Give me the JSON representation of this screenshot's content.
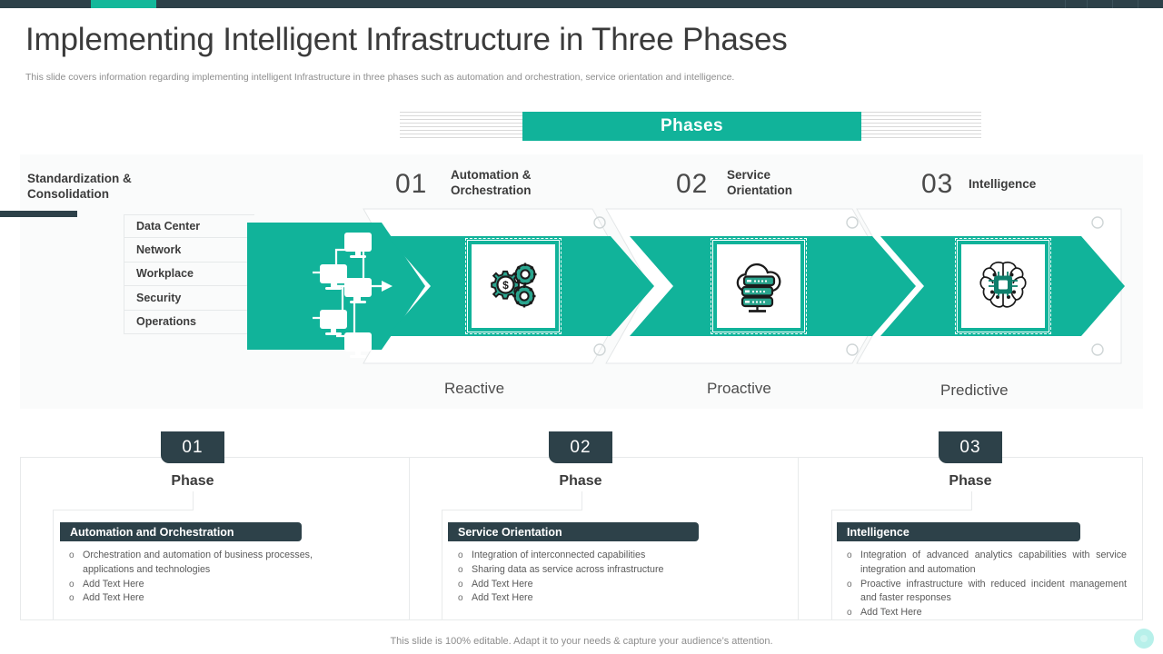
{
  "header": {
    "title": "Implementing Intelligent Infrastructure in Three Phases",
    "subtitle": "This slide covers information regarding implementing intelligent Infrastructure in three phases such as automation and orchestration, service orientation and intelligence."
  },
  "banner": {
    "label": "Phases"
  },
  "left_block": {
    "title": "Standardization & Consolidation",
    "rows": [
      {
        "label": "Data Center"
      },
      {
        "label": "Network"
      },
      {
        "label": "Workplace"
      },
      {
        "label": "Security"
      },
      {
        "label": "Operations"
      }
    ]
  },
  "phases": [
    {
      "number": "01",
      "label": "Automation & Orchestration",
      "footer": "Reactive",
      "icon": "gears-dollar-icon"
    },
    {
      "number": "02",
      "label": "Service Orientation",
      "footer": "Proactive",
      "icon": "cloud-server-icon"
    },
    {
      "number": "03",
      "label": "Intelligence",
      "footer": "Predictive",
      "icon": "brain-chip-icon"
    }
  ],
  "cards": [
    {
      "number": "01",
      "phase_word": "Phase",
      "heading": "Automation and Orchestration",
      "bullets": [
        "Orchestration and automation of business processes, applications and technologies",
        "Add Text Here",
        "Add Text Here"
      ]
    },
    {
      "number": "02",
      "phase_word": "Phase",
      "heading": "Service Orientation",
      "bullets": [
        "Integration of interconnected capabilities",
        "Sharing data as service across infrastructure",
        "Add Text Here",
        "Add Text Here"
      ]
    },
    {
      "number": "03",
      "phase_word": "Phase",
      "heading": "Intelligence",
      "bullets": [
        "Integration of advanced analytics capabilities with service integration and automation",
        "Proactive infrastructure with reduced incident management and faster responses",
        "Add Text Here"
      ]
    }
  ],
  "footer": {
    "text": "This slide is 100% editable. Adapt it to your needs & capture your audience’s attention."
  },
  "colors": {
    "teal": "#11b39a",
    "dark": "#2d4149",
    "panel": "#fafbfb",
    "cyan_dot": "#b7f0ea"
  }
}
